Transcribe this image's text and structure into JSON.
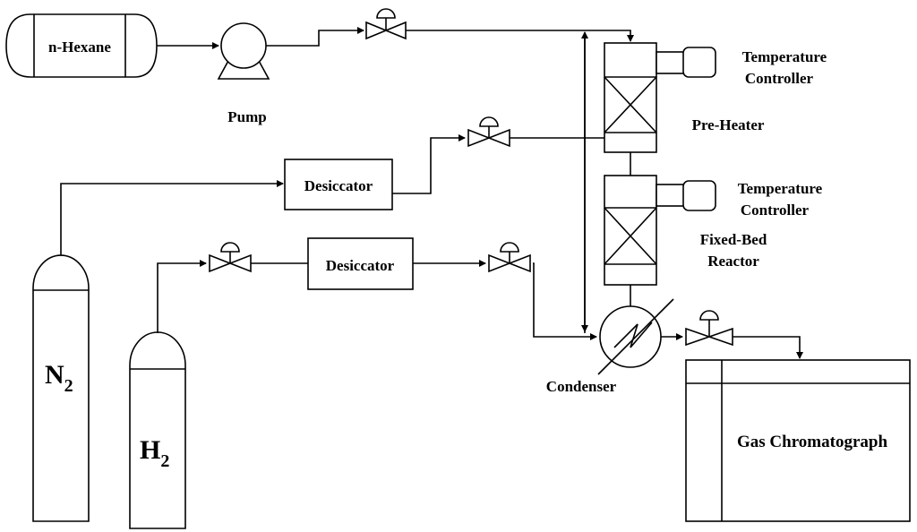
{
  "labels": {
    "hexane": "n-Hexane",
    "pump": "Pump",
    "desiccator_n2": "Desiccator",
    "desiccator_h2": "Desiccator",
    "n2": "N",
    "n2_sub": "2",
    "h2": "H",
    "h2_sub": "2",
    "tc1_line1": "Temperature",
    "tc1_line2": "Controller",
    "preheater": "Pre-Heater",
    "tc2_line1": "Temperature",
    "tc2_line2": "Controller",
    "reactor_line1": "Fixed-Bed",
    "reactor_line2": "Reactor",
    "condenser": "Condenser",
    "gc": "Gas Chromatograph"
  }
}
